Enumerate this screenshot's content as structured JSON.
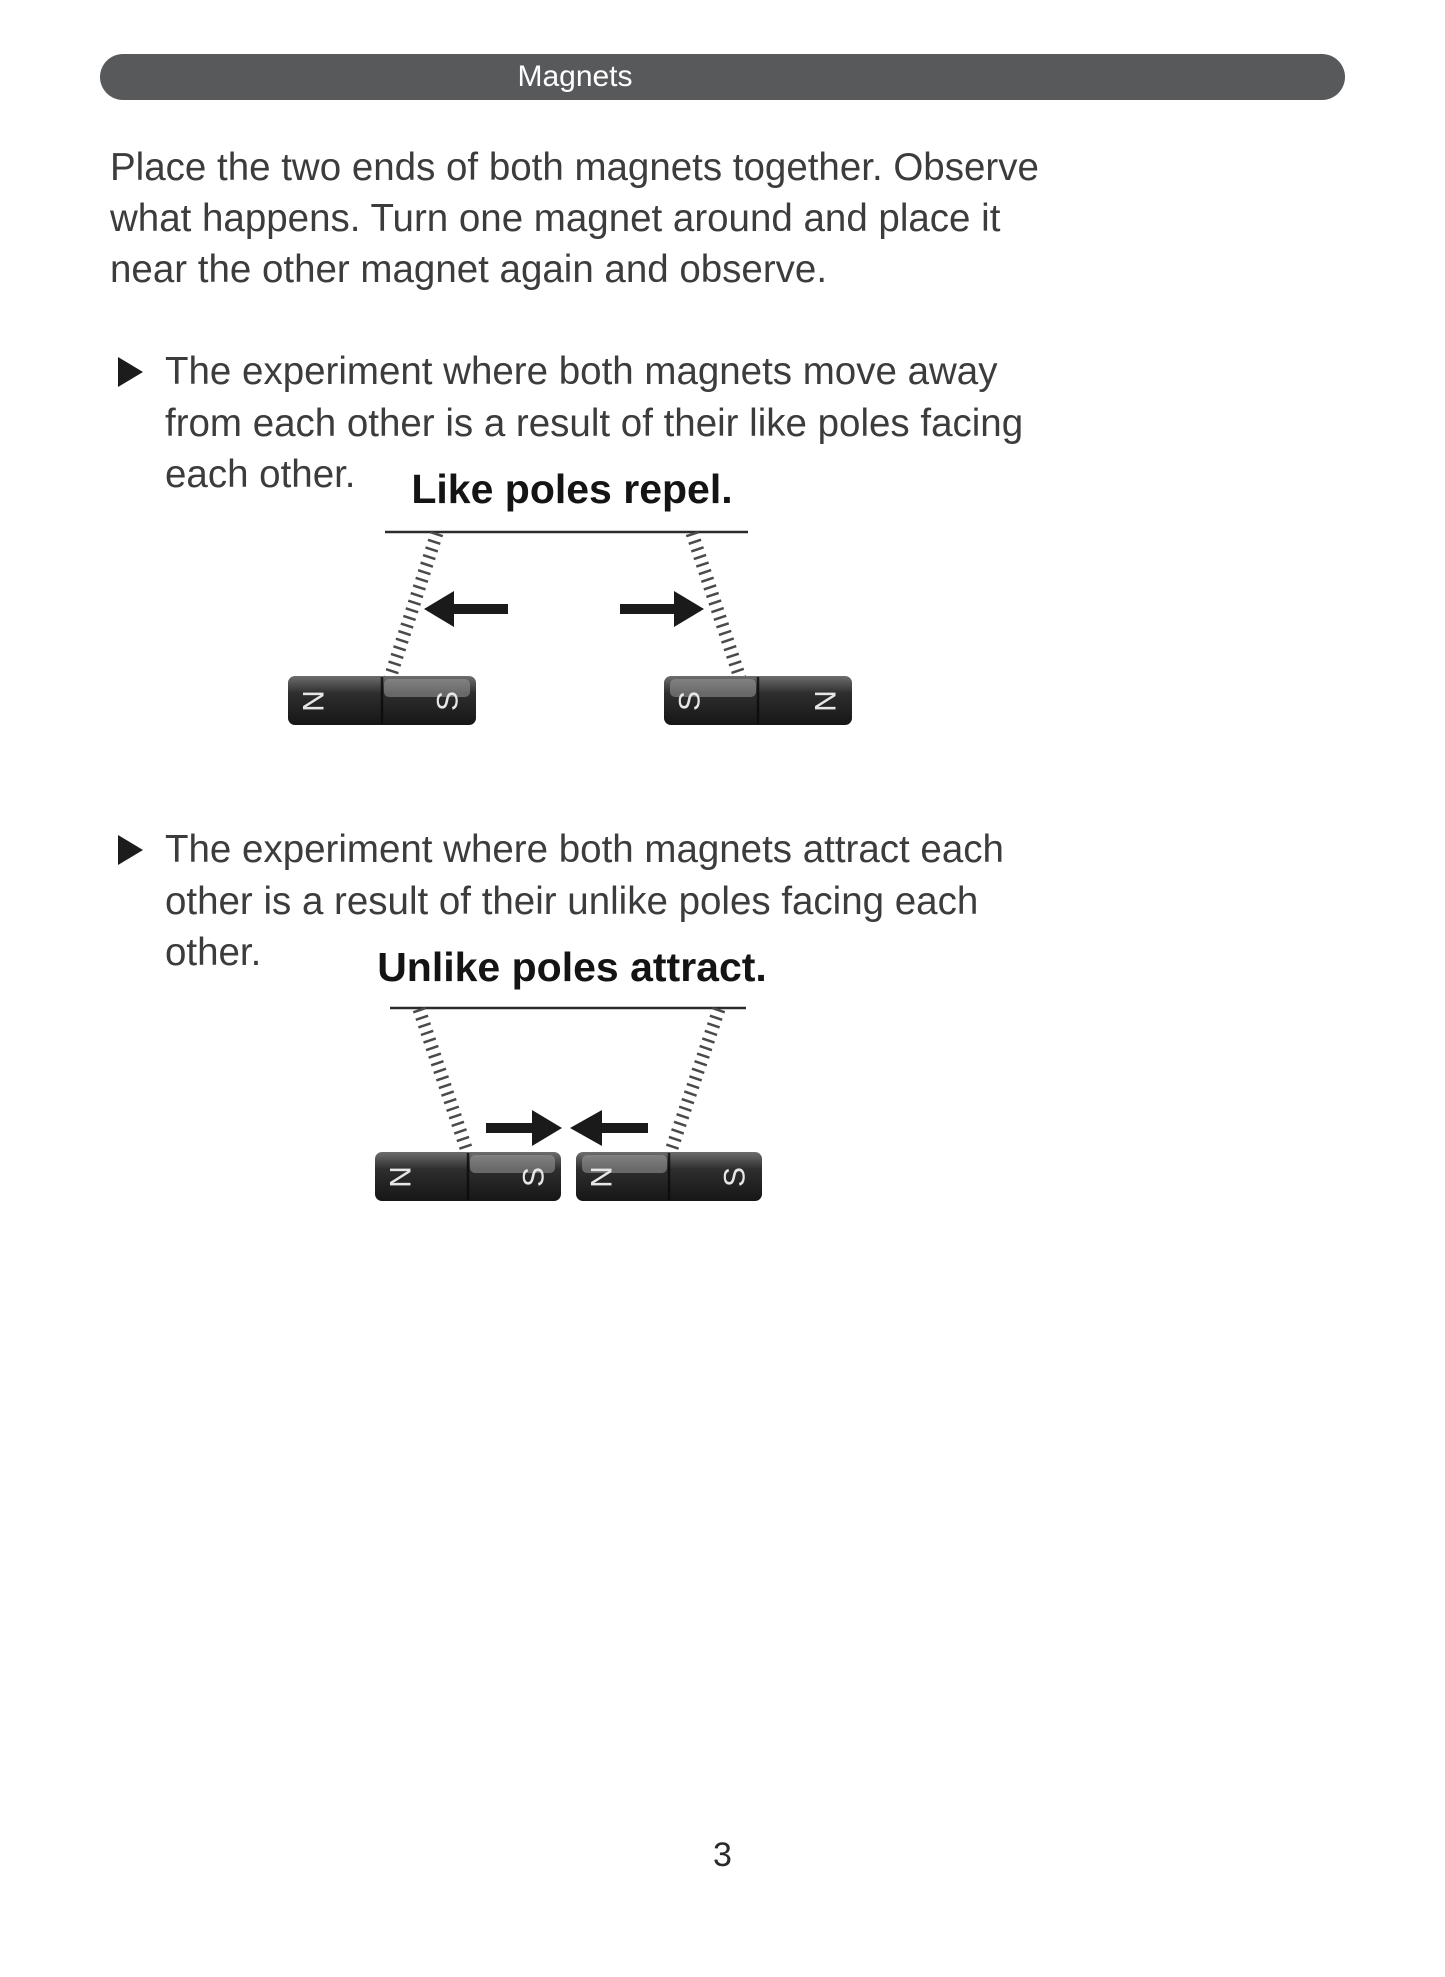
{
  "header": {
    "title": "Magnets"
  },
  "intro": {
    "text": "Place the two ends of both magnets together. Observe what happens. Turn one magnet around and place it near the other magnet again and observe."
  },
  "bullets": [
    {
      "text": "The experiment where both magnets move away from each other is a result of their like poles facing each other."
    },
    {
      "text": "The experiment where both magnets attract each other is a result of their unlike poles facing each other."
    }
  ],
  "diagrams": [
    {
      "caption": "Like poles repel.",
      "arrows": "outward",
      "magnets": [
        {
          "left_pole": "N",
          "right_pole": "S"
        },
        {
          "left_pole": "S",
          "right_pole": "N"
        }
      ]
    },
    {
      "caption": "Unlike poles attract.",
      "arrows": "inward",
      "magnets": [
        {
          "left_pole": "N",
          "right_pole": "S"
        },
        {
          "left_pole": "N",
          "right_pole": "S"
        }
      ]
    }
  ],
  "footer": {
    "page_number": "3"
  },
  "colors": {
    "header_bar": "#58595b",
    "body_text": "#3c3c3e",
    "caption_text": "#141414",
    "magnet_body": "#222222",
    "arrow": "#1a1a1a"
  }
}
